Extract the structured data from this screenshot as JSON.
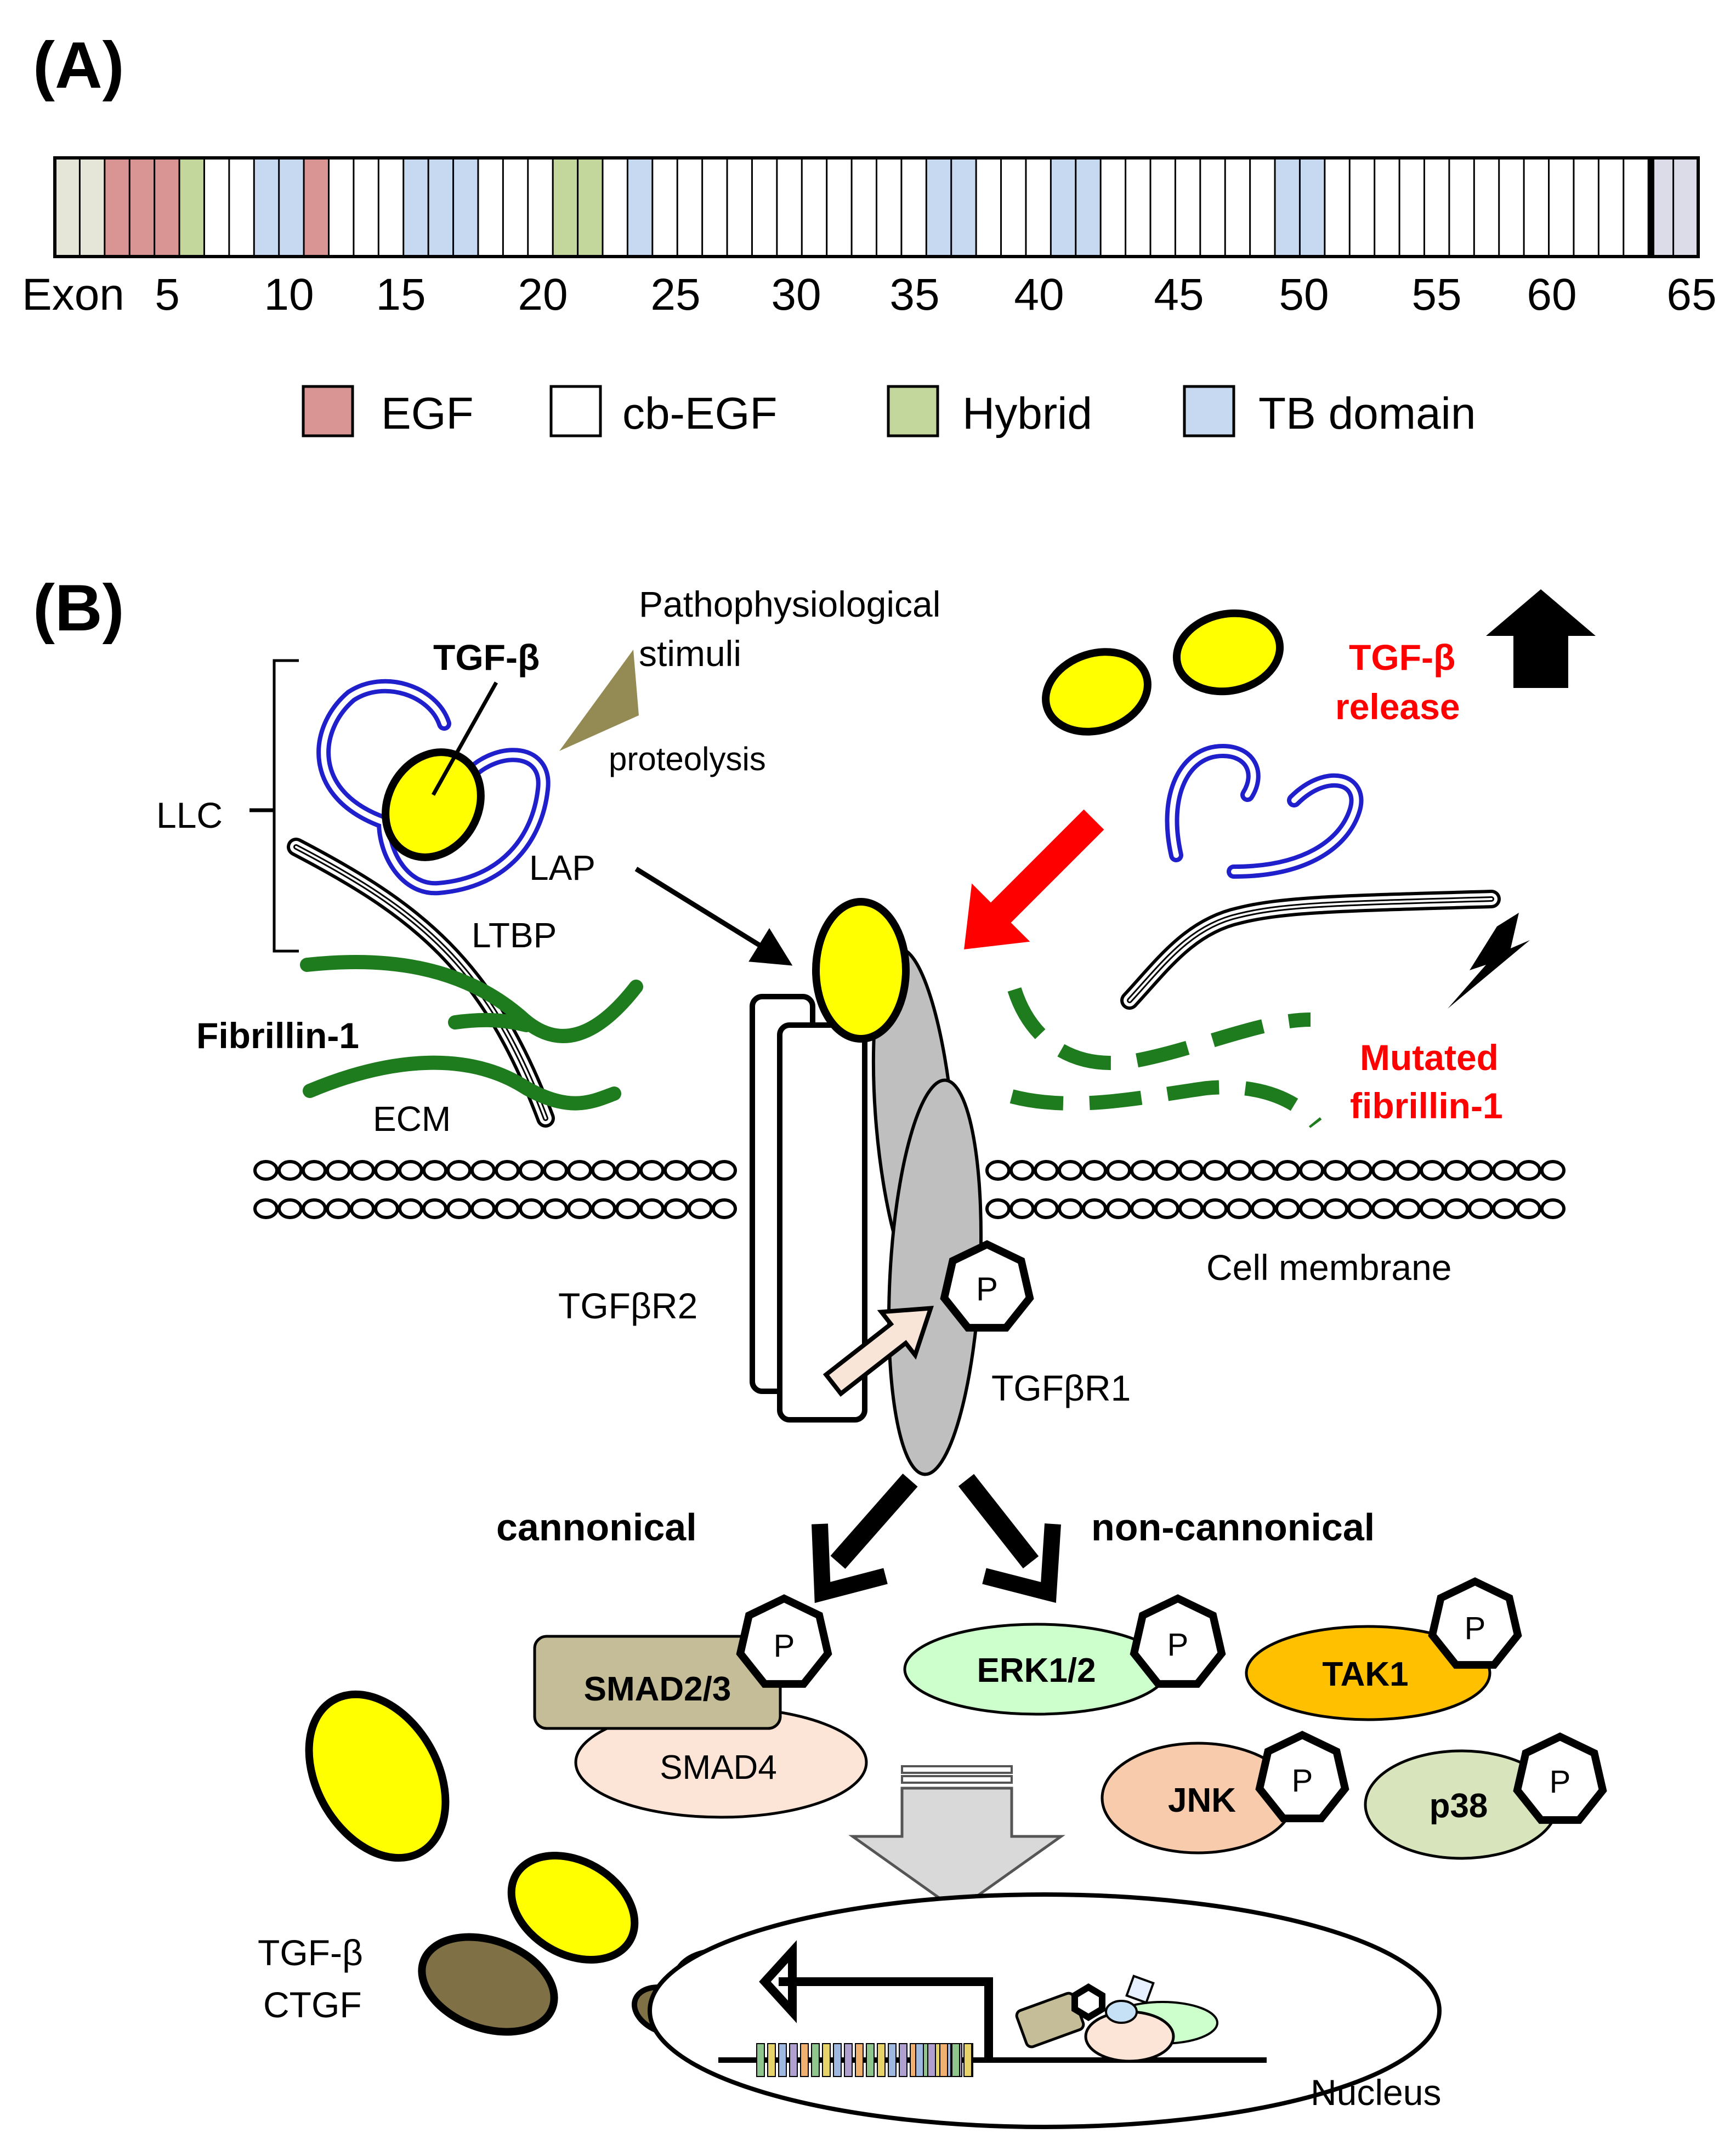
{
  "panelA": {
    "label": "(A)",
    "axis_prefix": "Exon",
    "ticks": [
      "5",
      "10",
      "15",
      "20",
      "25",
      "30",
      "35",
      "40",
      "45",
      "50",
      "55",
      "60",
      "65"
    ],
    "legend": [
      {
        "label": "EGF",
        "color": "#d99594"
      },
      {
        "label": "cb-EGF",
        "color": "#ffffff"
      },
      {
        "label": "Hybrid",
        "color": "#c3d69b"
      },
      {
        "label": "TB domain",
        "color": "#c6d9f1"
      }
    ],
    "colors": {
      "egf": "#d99594",
      "hybrid": "#c3d69b",
      "tb": "#c6d9f1",
      "terminal": "#e6e6d8",
      "cterm": "#dcdce8"
    }
  },
  "panelB": {
    "label": "(B)",
    "tgf_b": "TGF-β",
    "stimuli_1": "Pathophysiological",
    "stimuli_2": "stimuli",
    "proteolysis": "proteolysis",
    "llc": "LLC",
    "lap": "LAP",
    "ltbp": "LTBP",
    "fibrillin": "Fibrillin-1",
    "ecm": "ECM",
    "release_1": "TGF-β",
    "release_2": "release",
    "mutated_1": "Mutated",
    "mutated_2": "fibrillin-1",
    "cell_membrane": "Cell membrane",
    "tgfbr2": "TGFβR2",
    "tgfbr1": "TGFβR1",
    "p": "P",
    "canonical": "cannonical",
    "noncanonical": "non-cannonical",
    "smad23": "SMAD2/3",
    "smad4": "SMAD4",
    "erk": "ERK1/2",
    "tak1": "TAK1",
    "jnk": "JNK",
    "p38": "p38",
    "out_1": "TGF-β",
    "out_2": "CTGF",
    "nucleus": "Nucleus"
  }
}
